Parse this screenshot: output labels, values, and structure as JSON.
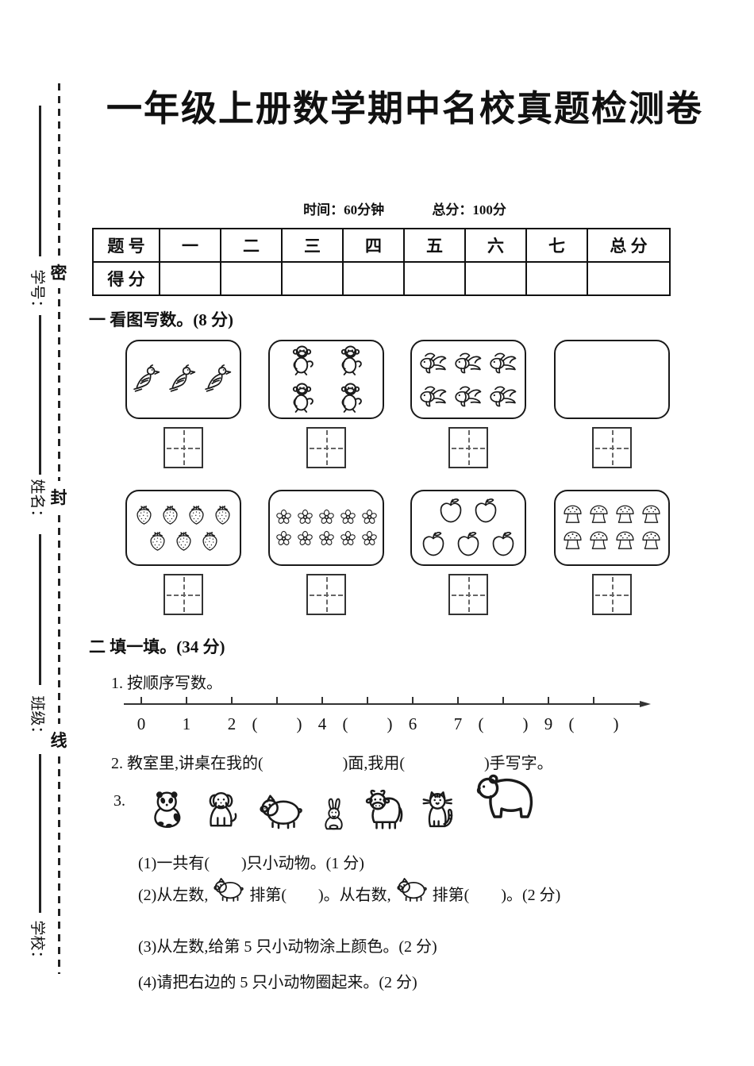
{
  "page": {
    "title": "一年级上册数学期中名校真题检测卷",
    "meta": {
      "time": "时间：60分钟",
      "total": "总分：100分"
    }
  },
  "margin": {
    "labels": [
      "学号：",
      "姓名：",
      "班级：",
      "学校："
    ],
    "seal_chars": [
      "密",
      "封",
      "线"
    ]
  },
  "score_table": {
    "row1_header": "题 号",
    "row2_header": "得 分",
    "columns": [
      "一",
      "二",
      "三",
      "四",
      "五",
      "六",
      "七",
      "总 分"
    ]
  },
  "section1": {
    "heading": "一 看图写数。(8 分)",
    "boxes": [
      {
        "icon": "bird",
        "count": 3
      },
      {
        "icon": "monkey",
        "count": 4
      },
      {
        "icon": "fish",
        "count": 6
      },
      {
        "icon": "",
        "count": 0
      },
      {
        "icon": "strawberry",
        "count": 7
      },
      {
        "icon": "flower",
        "count": 10
      },
      {
        "icon": "apple",
        "count": 5
      },
      {
        "icon": "mushroom",
        "count": 8
      }
    ]
  },
  "section2": {
    "heading": "二 填一填。(34 分)",
    "q1": {
      "text": "1. 按顺序写数。",
      "labels": [
        "0",
        "1",
        "2",
        "(",
        ")",
        "4",
        "(",
        ")",
        "6",
        "7",
        "(",
        ")",
        "9",
        "(",
        ")"
      ]
    },
    "q2": {
      "text": "2. 教室里,讲桌在我的(　　　　　)面,我用(　　　　　)手写字。"
    },
    "q3": {
      "number": "3.",
      "animals": [
        "panda",
        "dog",
        "pig",
        "rabbit",
        "cow",
        "cat",
        "bear"
      ],
      "sub1": "(1)一共有(　　)只小动物。(1 分)",
      "sub2_parts": {
        "a": "(2)从左数,",
        "b": "排第(　　)。从右数,",
        "c": "排第(　　)。(2 分)"
      },
      "sub3": "(3)从左数,给第 5 只小动物涂上颜色。(2 分)",
      "sub4": "(4)请把右边的 5 只小动物圈起来。(2 分)"
    }
  }
}
